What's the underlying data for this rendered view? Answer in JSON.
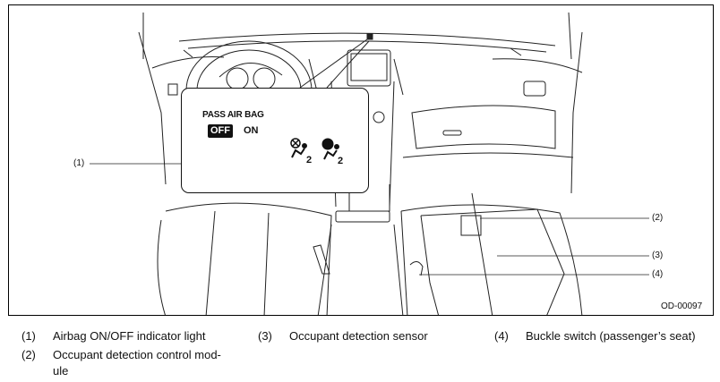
{
  "figure": {
    "code": "OD-00097",
    "callouts": [
      "(1)",
      "(2)",
      "(3)",
      "(4)"
    ],
    "indicator": {
      "title": "PASS AIR BAG",
      "off": "OFF",
      "on": "ON"
    }
  },
  "legend": [
    {
      "num": "(1)",
      "text": "Airbag ON/OFF indicator light"
    },
    {
      "num": "(2)",
      "text": "Occupant detection control mod-\nule"
    },
    {
      "num": "(3)",
      "text": "Occupant detection sensor"
    },
    {
      "num": "(4)",
      "text": "Buckle switch (passenger’s seat)"
    }
  ]
}
